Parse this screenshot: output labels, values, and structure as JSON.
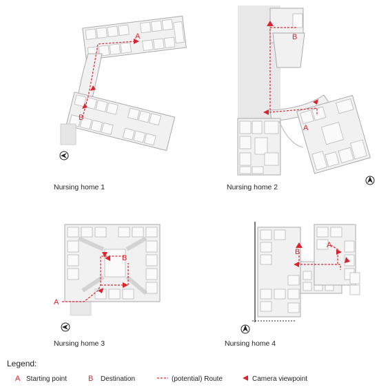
{
  "panels": [
    {
      "caption": "Nursing home 1",
      "start": "A",
      "dest": "B"
    },
    {
      "caption": "Nursing home 2",
      "start": "A",
      "dest": "B"
    },
    {
      "caption": "Nursing home 3",
      "start": "A",
      "dest": "B"
    },
    {
      "caption": "Nursing home 4",
      "start": "A",
      "dest": "B"
    }
  ],
  "legend": {
    "title": "Legend:",
    "items": [
      {
        "symbol": "A",
        "label": "Starting point"
      },
      {
        "symbol": "B",
        "label": "Destination"
      },
      {
        "symbol": "----",
        "label": "(potential) Route"
      },
      {
        "symbol": "triangle",
        "label": "Camera viewpoint"
      }
    ]
  },
  "colors": {
    "accent": "#d9232e",
    "plan_line": "#a9a9a9",
    "plan_fill": "#f1f1f1"
  }
}
